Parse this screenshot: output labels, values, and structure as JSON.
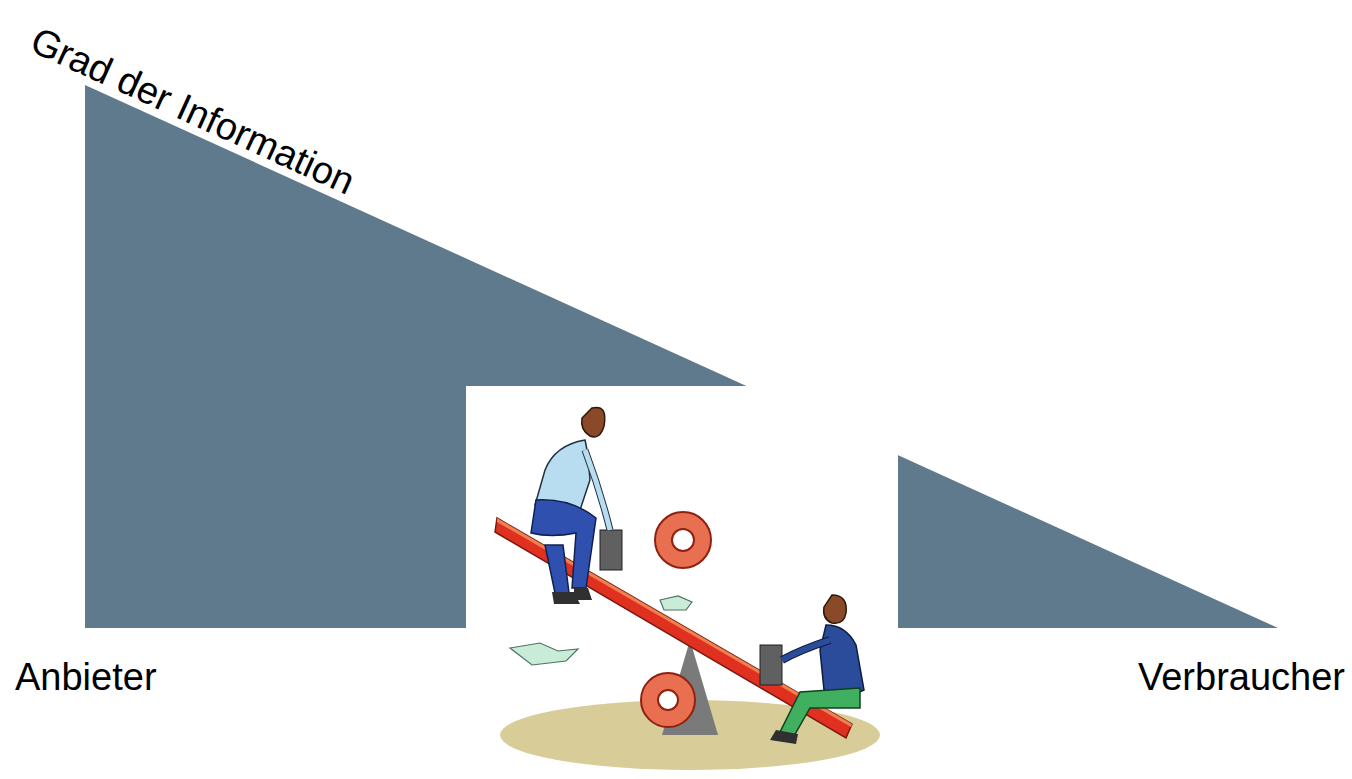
{
  "diagram": {
    "nodes": [
      {
        "text": [
          "Grad der Information"
        ]
      }
    ],
    "labels": [
      "Anbieter",
      "Verbraucher"
    ]
  }
}
